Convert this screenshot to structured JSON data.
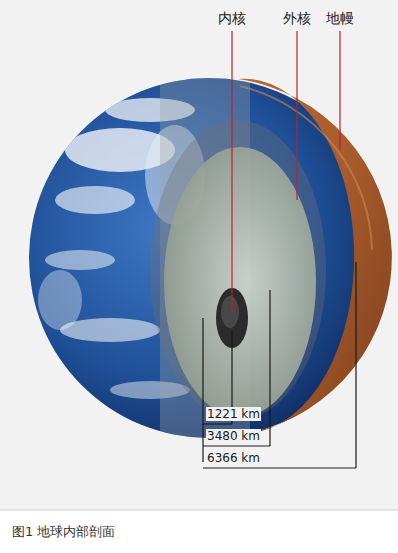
{
  "diagram": {
    "caption": "图1 地球内部剖面",
    "labels": [
      "内核",
      "外核",
      "地幔",
      "1221 km",
      "3480 km",
      "6366 km"
    ]
  }
}
